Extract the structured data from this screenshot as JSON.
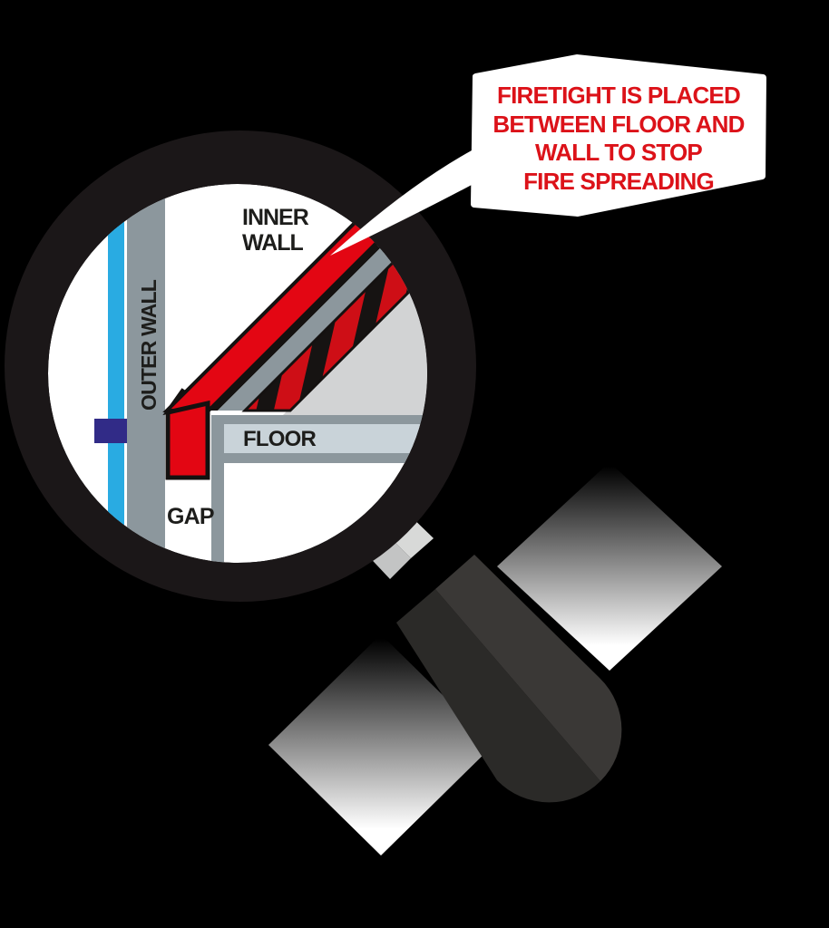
{
  "illustration": {
    "bubble": {
      "lines": [
        "FIRETIGHT IS PLACED",
        "BETWEEN FLOOR AND",
        "WALL TO STOP",
        "FIRE SPREADING"
      ]
    },
    "labels": {
      "inner_wall_line1": "INNER",
      "inner_wall_line2": "WALL",
      "outer_wall": "OUTER WALL",
      "floor": "FLOOR",
      "gap": "GAP"
    },
    "colors": {
      "background": "#000000",
      "ring": "#1B1718",
      "lens": "#FFFFFF",
      "bubble_fill": "#FFFFFF",
      "bubble_text": "#DC1219",
      "label_text": "#1D1D1B",
      "firetight_red": "#E30613",
      "stripe_red": "#CE0E16",
      "stripe_black": "#161312",
      "outline_black": "#141110",
      "wall_gray": "#8C979D",
      "floor_light": "#C9D3D9",
      "floor_surface": "#D2D3D4",
      "cavity_blue": "#29ABE2",
      "membrane_navy": "#312B87",
      "handle_dark": "#2B2A28",
      "handle_light": "#3A3836",
      "ferrule_dark": "#C3C4C4",
      "ferrule_light": "#D8D9D8",
      "glare_dark": "#000000",
      "glare_light": "#FFFFFF"
    }
  }
}
